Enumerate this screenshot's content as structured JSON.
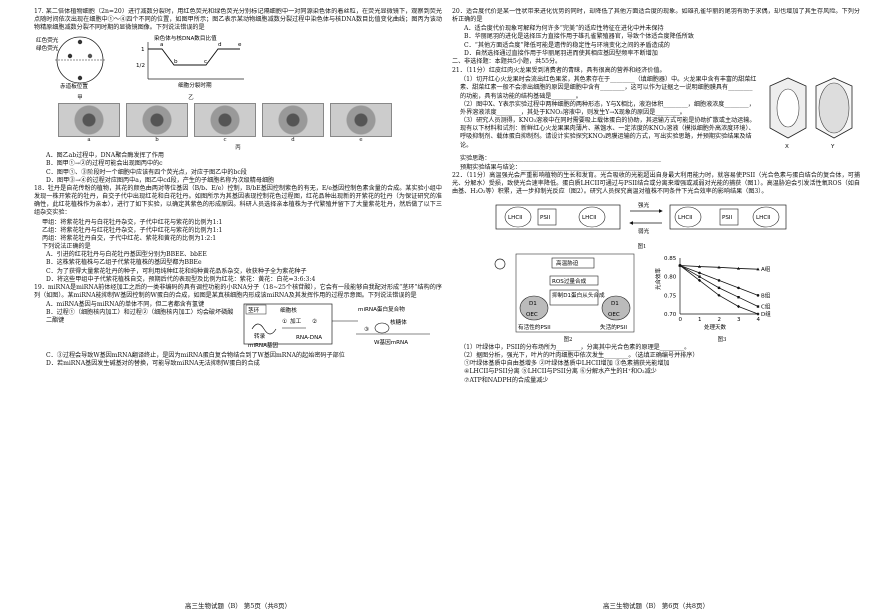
{
  "q17": {
    "stem": "17. 某二倍体植物细胞（2n=20）进行减数分裂时，用红色荧光和绿色荧光分别标记隔细胞中一对同源染色体的着丝粒，在荧光显微镜下，观察到荧光点随时间依次出现在细胞中①～④四个不同的位置，如图甲所示；图乙表示某动物细胞减数分裂过程中染色体与核DNA数目比值变化曲线；图丙为该动物精原细胞减数分裂不同时期的显微镜图像。下列说法错误的是",
    "fig_jia": {
      "label_red": "红色荧光",
      "label_green": "绿色荧光",
      "label_pole": "赤道板位置",
      "caption": "甲"
    },
    "fig_yi": {
      "title": "染色体与核DNA数目比值",
      "y1": "1",
      "y2": "1/2",
      "xlabel": "细胞分裂时期",
      "a": "a",
      "b": "b",
      "c": "c",
      "d": "d",
      "e": "e",
      "caption": "乙"
    },
    "fig_bing": {
      "labels": [
        "a",
        "b",
        "c",
        "d",
        "e"
      ],
      "caption": "丙"
    },
    "options": [
      "A．图乙ab过程中，DNA聚合酶发挥了作用",
      "B．图甲①→②的过程可能会出现图丙中的c",
      "C．图甲①、③阶段时一个细胞中应该有四个荧光点，对应于图乙中的bc段",
      "D．图甲③→④的过程对应图丙中a，图乙中cd段，产生的子细胞名称为次级精母细胞"
    ]
  },
  "q18": {
    "stem": "18．牡丹是自花传粉的植物，其花的颜色由两对等位基因（B/b、E/e）控制，B/bE基因控制紫色的有无，E/e基因控制色素含量的合成。某实验小组中发现一株开紫花的牡丹，自交子代中出现红花和白花牡丹。如图所示为其基因表现控制花色过程图，红花品种出现新的开紫花的牡丹（为保证研究的准确性，此红花植株作为亲本），进行了如下实验，以确定其紫色的形成原因。科研人员选择亲本植株为子代繁殖并留下了大量紫花牡丹，然后做了以下三组杂交实验：",
    "lines": [
      "甲组：将紫花牡丹与白花牡丹杂交，子代中红花与紫花的比例为1:1",
      "乙组：将紫花牡丹与红花牡丹杂交，子代中红花与紫花的比例为1:1",
      "丙组：将紫花牡丹自交，子代中红花、紫花和黄花的比例为1:2:1",
      "下列说法正确的是"
    ],
    "options": [
      "A．引进的红花牡丹与白花牡丹基因型分别为BBEE、bbEE",
      "B．这株紫花植株与乙组子代紫花植株的基因型都为BBEe",
      "C．为了获得大量紫花牡丹的种子，可利用纯种红花和纯种黄花品系杂交，收获种子全为紫花种子",
      "D．将这些甲组中子代紫花植株自交，预期后代的表现型及比例为红花：紫花：黄花：白花=3:6:3:4"
    ]
  },
  "q19": {
    "stem": "19．miRNA是miRNA前体经加工之后的一类非编码的具有调控功能的小RNA分子（18~25个核苷酸），它会有一段能够自我配对形成“茎环”结构的序列（如图）。某miRNA能抑制W基因控制的W蛋白的合成，如图是某真核细胞内形成该miRNA及其发挥作用的过程示意图。下列说法错误的是",
    "options": [
      "A．miRNA基因与miRNA的单体不同，但二者都含有氢键",
      "B．过程①（细胞核内加工）和过程②（细胞核内加工）均会破坏磷酸二酯键",
      "C．③过程会导致W基因mRNA翻译终止，是因为miRNA蛋白复合物结合到了W基因mRNA的起始密码子部位",
      "D．若miRNA基因发生碱基对的替换，可能导致miRNA无法抑制W蛋白的合成"
    ],
    "fig": {
      "stem_loop": "茎环",
      "nucleus": "细胞核",
      "proc": "加工",
      "rna_dna": "RNA-DNA",
      "mirna_gene": "miRNA基因",
      "protein_complex": "miRNA蛋白复合物",
      "ribosome": "核糖体",
      "w_mrna": "W基因mRNA",
      "transcribe": "转录",
      "n1": "①",
      "n2": "②",
      "n3": "③"
    }
  },
  "q20": {
    "stem": "20．适合度代价是某一性状带来进化优势的同时，却降低了其他方面适合度的现象。如雄孔雀华丽的尾羽有助于求偶，却也增加了其生存风险。下列分析正确的是",
    "options": [
      "A．适合度代价现象可解释为何许多“完美”的适应性特征在进化中并未保持",
      "B．华丽尾羽的进化是选择压力直接作用于雄孔雀繁殖器官，导致个体适合度降低所致",
      "C．“其他方面适合度”降低可能是遗传的稳定性与环境变化之间的矛盾造成的",
      "D．自然选择通过直接作用于华丽尾羽进而使其相应基因型频率不断增加"
    ]
  },
  "section2": "二、非选择题：本题共5小题，共55分。",
  "q21": {
    "stem": "21．（11分）红皮红肉火龙果受到消费者的青睐，具有很高的营养和经济价值。",
    "p1": "（1）切开红心火龙果时会流出红色果浆，其色素存在于________（填细胞器）中。火龙果中含有丰富的甜菜红素、甜菜红素一般不会渗出细胞的原因是细胞中含有________，这可以作为证据之一说明细胞膜具有________的功能，具有该功能的结构基础是________。",
    "p2": "（2）图中X、Y表示实验过程中两种细胞的两种形态，Y与X相比，液泡体积________，细胞液浓度________，外界溶液浓度________，其处于KNO₃溶液中，则发生Y→X现象的原因是________。",
    "p3": "（3）研究人员测得，KNO₃溶液中在同时需要吸上载体蛋白的协助，其运输方式可能是协助扩散或主动运输。现有以下材料和试剂：新鲜红心火龙果果肉薄片、蒸馏水、一定浓度的KNO₃溶液（模拟细胞外高浓度环境）、呼吸抑制剂、载体蛋白抑制剂。请设计实验探究KNO₃跨膜运输的方式，写出实验思路，并预期实验结果及结论。",
    "p4": "实验思路：________________________________________________________",
    "p5": "预期实验结果与结论：____________________________________________",
    "fig": {
      "x": "X",
      "y": "Y"
    }
  },
  "q22": {
    "stem": "22．（11分）高温强光会严重影响植物的生长和发育。光合吸收的光能超出自身最大利用能力时，就容易使PSII（光合色素与蛋白结合的复合体，可捕光、分解水）受损，致使光合速率降低。蛋白质LHCII可通过与PSII结合或分离来增强或减弱对光能的捕获（图1）。高温胁迫会引发活性氧ROS（如自由基、H₂O₂等）积累，进一步抑制光反应（图2）。研究人员探究高温对植株不同条件下光合效率的影响结果（图3）。",
    "fig1": {
      "strong": "强光",
      "weak": "弱光",
      "lhcii": "LHCII",
      "psii": "PSII",
      "caption": "图1"
    },
    "fig2": {
      "heat": "高温胁迫",
      "ros": "ROS过量合成",
      "inhibit": "抑制D1蛋白从头合成",
      "d1": "D1",
      "oec": "OEC",
      "good": "有活性的PSII",
      "bad": "失活的PSII",
      "caption": "图2"
    },
    "fig3": {
      "ylabel": "光合效率",
      "xlabel": "处理天数",
      "caption": "图3"
    },
    "p1": "（1）叶绿体中，PSII的分布场所为________，分离其中光合色素的原理是________。",
    "p2": "（2）据图分析，强光下，叶片的叶肉细胞中依次发生________。（选填正确编号并排序）",
    "choices": [
      "①叶绿体基质中自由基增多",
      "②叶绿体基质中LHCII增加",
      "③色素捕获光能增加",
      "④LHCII与PSII分离",
      "⑤LHCII与PSII分离",
      "⑥分解水产生的H⁺和O₂减少",
      "⑦ATP和NADPH的合成量减少"
    ]
  },
  "chart_data": {
    "type": "line",
    "title": "",
    "xlabel": "处理天数",
    "ylabel": "光合效率",
    "x": [
      0,
      1,
      2,
      3,
      4
    ],
    "ylim": [
      0.7,
      0.85
    ],
    "yticks": [
      "0.85",
      "0.80",
      "0.75",
      "0.70"
    ],
    "xticks": [
      "0",
      "1",
      "2",
      "3",
      "4"
    ],
    "series": [
      {
        "name": "A组",
        "values": [
          0.83,
          0.827,
          0.825,
          0.822,
          0.82
        ]
      },
      {
        "name": "B组",
        "values": [
          0.83,
          0.81,
          0.79,
          0.77,
          0.75
        ]
      },
      {
        "name": "C组",
        "values": [
          0.83,
          0.8,
          0.77,
          0.745,
          0.72
        ]
      },
      {
        "name": "D组",
        "values": [
          0.83,
          0.79,
          0.75,
          0.72,
          0.7
        ]
      }
    ]
  },
  "footer_left": "高三生物试题（B） 第5页（共8页）",
  "footer_right": "高三生物试题（B） 第6页（共8页）"
}
